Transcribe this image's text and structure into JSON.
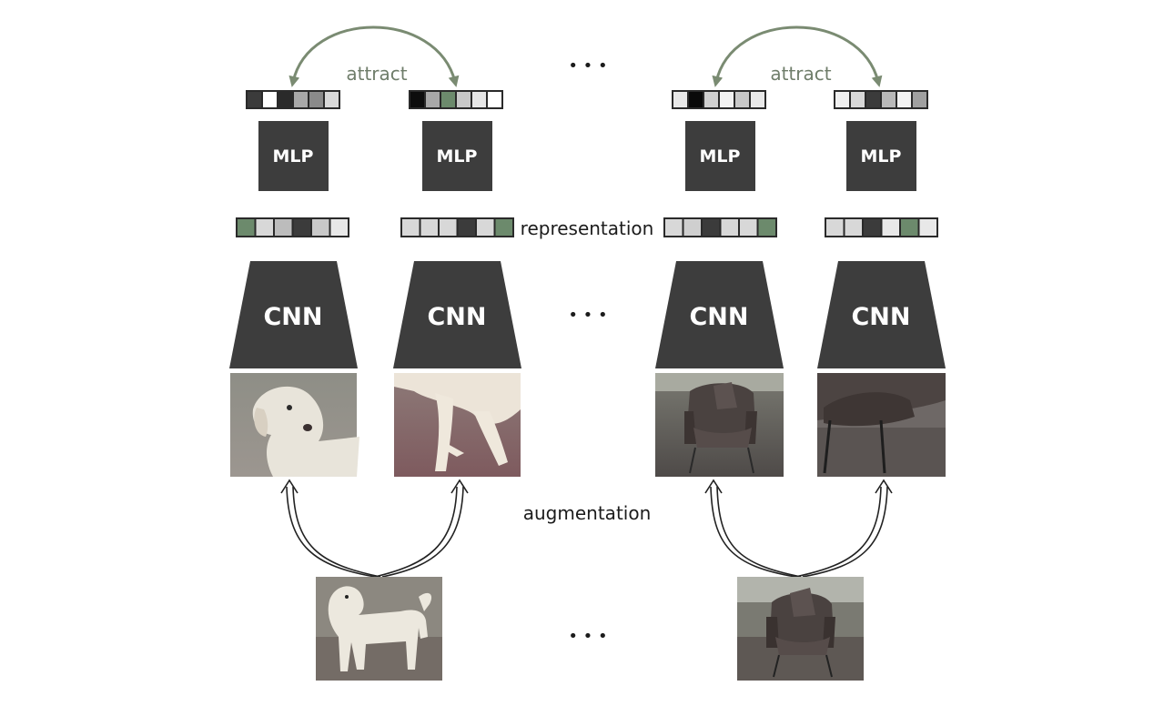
{
  "labels": {
    "attract": "attract",
    "mlp": "MLP",
    "cnn": "CNN",
    "representation": "representation",
    "augmentation": "augmentation",
    "ellipsis": "• • •"
  },
  "colors": {
    "block_fill": "#3d3d3d",
    "block_text": "#ffffff",
    "attract_arrow": "#7a8b72",
    "attract_text": "#6f7d6a",
    "label_text": "#1c1c1c",
    "vector_border": "#2a2a2a"
  },
  "projection_vectors": [
    [
      "#3b3b3b",
      "#ffffff",
      "#2a2a2a",
      "#a8a8a8",
      "#8a8a8a",
      "#d8d8d8"
    ],
    [
      "#0d0d0d",
      "#a8a8a8",
      "#6c8a6c",
      "#c8c8c8",
      "#e6e6e6",
      "#ffffff"
    ],
    [
      "#e8e8e8",
      "#0a0a0a",
      "#d0d0d0",
      "#f2f2f2",
      "#c8c8c8",
      "#e8e8e8"
    ],
    [
      "#f0f0f0",
      "#d8d8d8",
      "#3b3b3b",
      "#b8b8b8",
      "#f2f2f2",
      "#a0a0a0"
    ]
  ],
  "representation_vectors": [
    [
      "#6c8a6c",
      "#d8d8d8",
      "#bcbcbc",
      "#3b3b3b",
      "#c8c8c8",
      "#e8e8e8"
    ],
    [
      "#d8d8d8",
      "#d8d8d8",
      "#d8d8d8",
      "#3b3b3b",
      "#d8d8d8",
      "#6c8a6c"
    ],
    [
      "#d8d8d8",
      "#cfcfcf",
      "#3b3b3b",
      "#d8d8d8",
      "#d8d8d8",
      "#6c8a6c"
    ],
    [
      "#d8d8d8",
      "#d8d8d8",
      "#3b3b3b",
      "#e8e8e8",
      "#6c8a6c",
      "#e8e8e8"
    ]
  ],
  "augmented_images": [
    {
      "subject": "dog-head"
    },
    {
      "subject": "dog-legs"
    },
    {
      "subject": "chair"
    },
    {
      "subject": "chair-closeup"
    }
  ],
  "original_images": [
    {
      "subject": "dog"
    },
    {
      "subject": "chair"
    }
  ]
}
